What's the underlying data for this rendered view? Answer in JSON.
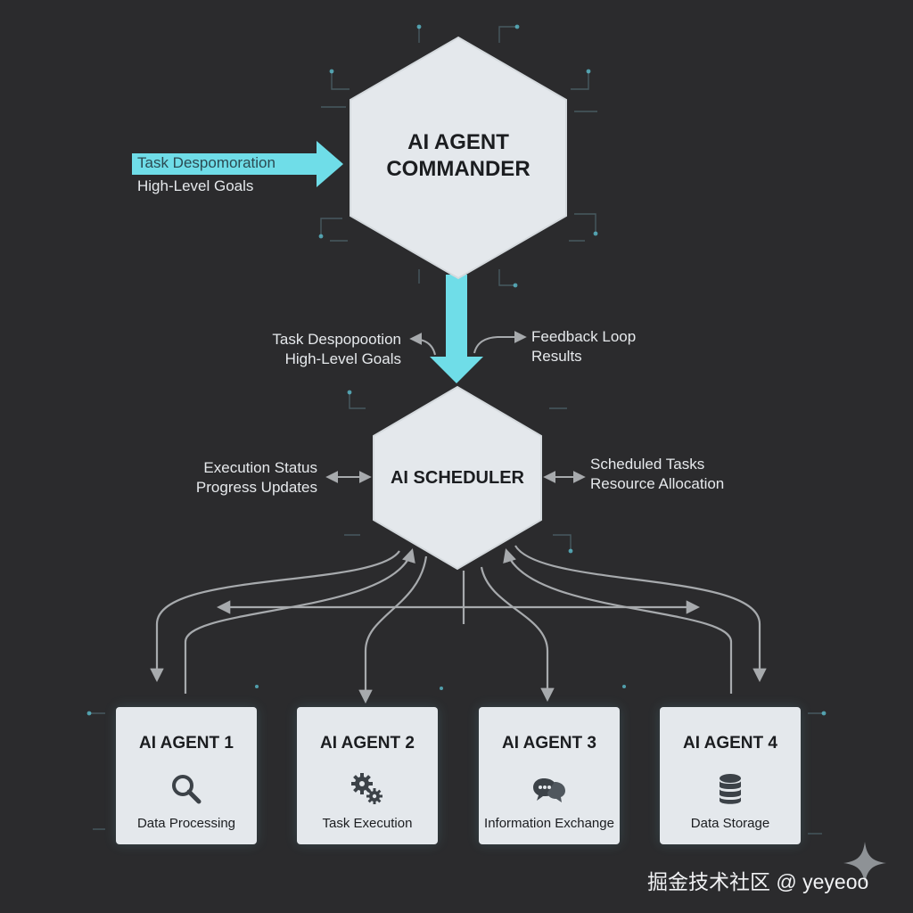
{
  "colors": {
    "background": "#2b2b2d",
    "node_fill": "#e4e8ec",
    "accent_cyan": "#6fdde8",
    "connector_gray": "#a7aaad",
    "text_light": "#e6e9ec",
    "text_dark": "#1b1d20"
  },
  "commander": {
    "title_line1": "AI AGENT",
    "title_line2": "COMMANDER"
  },
  "input_label": {
    "line1": "Task Despomoration",
    "line2": "High-Level Goals"
  },
  "downlink_label": {
    "line1": "Task Despopootion",
    "line2": "High-Level Goals"
  },
  "feedback_label": {
    "line1": "Feedback Loop",
    "line2": "Results"
  },
  "scheduler": {
    "title": "AI SCHEDULER"
  },
  "status_label": {
    "line1": "Execution Status",
    "line2": "Progress Updates"
  },
  "tasks_label": {
    "line1": "Scheduled Tasks",
    "line2": "Resource Allocation"
  },
  "agents": [
    {
      "title": "AI AGENT 1",
      "description": "Data Processing",
      "icon": "magnifier-icon"
    },
    {
      "title": "AI AGENT 2",
      "description": "Task Execution",
      "icon": "gears-icon"
    },
    {
      "title": "AI AGENT 3",
      "description": "Information Exchange",
      "icon": "chat-bubbles-icon"
    },
    {
      "title": "AI AGENT 4",
      "description": "Data Storage",
      "icon": "database-icon"
    }
  ],
  "watermark": {
    "text": "掘金技术社区 @ yeyeoo",
    "icon": "sparkle-icon"
  }
}
